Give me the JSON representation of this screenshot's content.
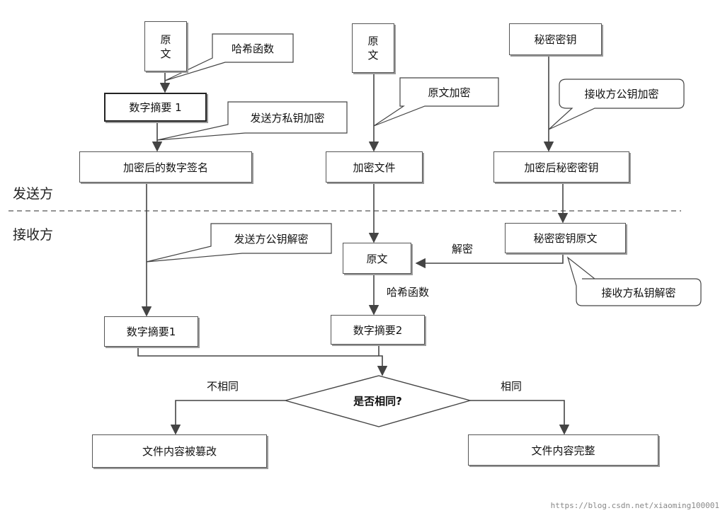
{
  "sections": {
    "sender": "发送方",
    "receiver": "接收方"
  },
  "nodes": {
    "plaintext_left": [
      "原",
      "文"
    ],
    "plaintext_mid": [
      "原",
      "文"
    ],
    "secret_key": "秘密密钥",
    "digest1_top": "数字摘要 1",
    "encrypted_signature": "加密后的数字签名",
    "encrypted_file": "加密文件",
    "encrypted_secret_key": "加密后秘密密钥",
    "secret_key_original": "秘密密钥原文",
    "plaintext_recv": "原文",
    "digest1_bottom": "数字摘要1",
    "digest2": "数字摘要2",
    "decision": "是否相同?",
    "tampered": "文件内容被篡改",
    "intact": "文件内容完整"
  },
  "callouts": {
    "hash_top": "哈希函数",
    "sender_private_encrypt": "发送方私钥加密",
    "plaintext_encrypt": "原文加密",
    "receiver_public_encrypt": "接收方公钥加密",
    "sender_public_decrypt": "发送方公钥解密",
    "receiver_private_decrypt": "接收方私钥解密"
  },
  "edge_labels": {
    "decrypt": "解密",
    "hash_mid": "哈希函数",
    "not_same": "不相同",
    "same": "相同"
  },
  "watermark": "https://blog.csdn.net/xiaoming100001"
}
